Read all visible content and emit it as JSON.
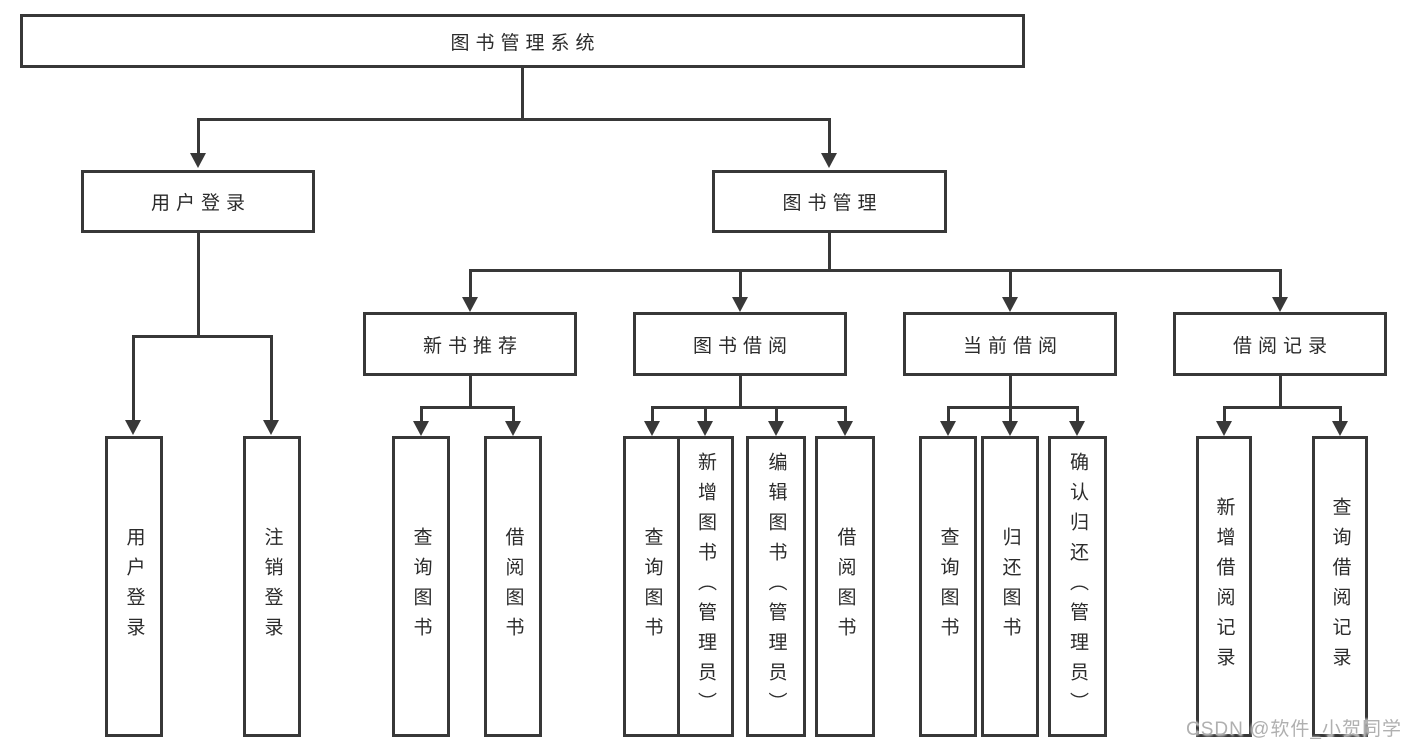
{
  "diagram": {
    "root": {
      "label": "图书管理系统"
    },
    "branches": [
      {
        "label": "用户登录",
        "children": [
          {
            "label": "用户登录"
          },
          {
            "label": "注销登录"
          }
        ]
      },
      {
        "label": "图书管理",
        "children": [
          {
            "label": "新书推荐",
            "children": [
              {
                "label": "查询图书"
              },
              {
                "label": "借阅图书"
              }
            ]
          },
          {
            "label": "图书借阅",
            "children": [
              {
                "label": "查询图书"
              },
              {
                "label": "新增图书（管理员）"
              },
              {
                "label": "编辑图书（管理员）"
              },
              {
                "label": "借阅图书"
              }
            ]
          },
          {
            "label": "当前借阅",
            "children": [
              {
                "label": "查询图书"
              },
              {
                "label": "归还图书"
              },
              {
                "label": "确认归还（管理员）"
              }
            ]
          },
          {
            "label": "借阅记录",
            "children": [
              {
                "label": "新增借阅记录"
              },
              {
                "label": "查询借阅记录"
              }
            ]
          }
        ]
      }
    ]
  },
  "watermark": {
    "text": "CSDN @软件_小贺同学"
  },
  "colors": {
    "line": "#383838",
    "text": "#2b2b2b",
    "watermark": "#b0b0b0",
    "background": "#ffffff"
  }
}
